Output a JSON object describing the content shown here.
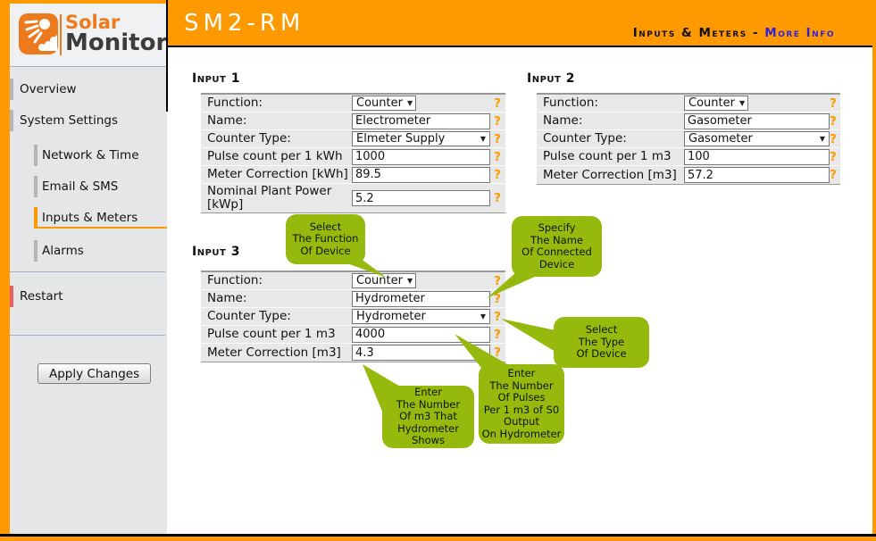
{
  "logo": {
    "name_top": "Solar",
    "name_bottom": "Monitor"
  },
  "header": {
    "title": "SM2-RM",
    "section": "Inputs & Meters",
    "separator": "-",
    "more_info": "More Info"
  },
  "sidebar": {
    "items": [
      {
        "label": "Overview",
        "level": 1,
        "accent": "gray"
      },
      {
        "label": "System Settings",
        "level": 1,
        "accent": "gray"
      },
      {
        "label": "Network & Time",
        "level": 2,
        "accent": "gray"
      },
      {
        "label": "Email & SMS",
        "level": 2,
        "accent": "gray"
      },
      {
        "label": "Inputs & Meters",
        "level": 2,
        "accent": "orange",
        "active": true
      },
      {
        "label": "Alarms",
        "level": 2,
        "accent": "gray"
      },
      {
        "label": "Restart",
        "level": 1,
        "accent": "red"
      }
    ],
    "apply_button_label": "Apply Changes"
  },
  "help_symbol": "?",
  "inputs": [
    {
      "title": "Input 1",
      "rows": [
        {
          "label": "Function:",
          "control": "select",
          "value": "Counter",
          "narrow": true
        },
        {
          "label": "Name:",
          "control": "text",
          "value": "Electrometer"
        },
        {
          "label": "Counter Type:",
          "control": "select",
          "value": "Elmeter Supply"
        },
        {
          "label": "Pulse count per 1 kWh",
          "control": "text",
          "value": "1000"
        },
        {
          "label": "Meter Correction [kWh]",
          "control": "text",
          "value": "89.5"
        },
        {
          "label": "Nominal Plant Power [kWp]",
          "control": "text",
          "value": "5.2"
        }
      ]
    },
    {
      "title": "Input 2",
      "rows": [
        {
          "label": "Function:",
          "control": "select",
          "value": "Counter",
          "narrow": true
        },
        {
          "label": "Name:",
          "control": "text",
          "value": "Gasometer"
        },
        {
          "label": "Counter Type:",
          "control": "select",
          "value": "Gasometer"
        },
        {
          "label": "Pulse count per 1 m3",
          "control": "text",
          "value": "100"
        },
        {
          "label": "Meter Correction [m3]",
          "control": "text",
          "value": "57.2"
        }
      ]
    },
    {
      "title": "Input 3",
      "rows": [
        {
          "label": "Function:",
          "control": "select",
          "value": "Counter",
          "narrow": true
        },
        {
          "label": "Name:",
          "control": "text",
          "value": "Hydrometer"
        },
        {
          "label": "Counter Type:",
          "control": "select",
          "value": "Hydrometer"
        },
        {
          "label": "Pulse count per 1 m3",
          "control": "text",
          "value": "4000"
        },
        {
          "label": "Meter Correction [m3]",
          "control": "text",
          "value": "4.3"
        }
      ]
    }
  ],
  "callouts": [
    {
      "text": "Select\nThe Function\nOf Device"
    },
    {
      "text": "Specify\nThe Name\nOf Connected\nDevice"
    },
    {
      "text": "Select\nThe Type\nOf Device"
    },
    {
      "text": "Enter\nThe Number\nOf m3 That\nHydrometer\nShows"
    },
    {
      "text": "Enter\nThe Number\nOf Pulses\nPer 1 m3 of S0\nOutput\nOn Hydrometer"
    }
  ],
  "colors": {
    "accent_orange": "#ff9900",
    "logo_orange": "#ee7a1e",
    "callout_green": "#95ba0d",
    "link_blue": "#3222dd",
    "restart_red": "#e4606a",
    "row_gray": "#e8e8e8",
    "sidebar_gray": "#e4e6e8"
  }
}
